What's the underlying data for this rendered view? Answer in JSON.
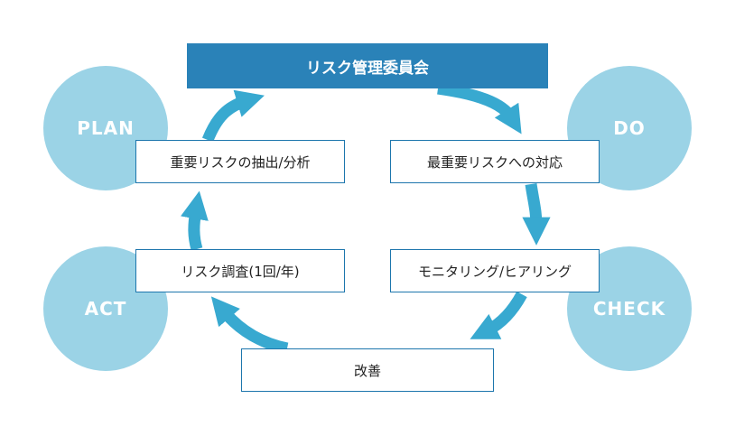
{
  "title": "リスク管理委員会",
  "phases": {
    "plan": "PLAN",
    "do": "DO",
    "check": "CHECK",
    "act": "ACT"
  },
  "steps": {
    "extract": "重要リスクの抽出/分析",
    "respond": "最重要リスクへの対応",
    "survey": "リスク調査(1回/年)",
    "monitor": "モニタリング/ヒアリング",
    "improve": "改善"
  },
  "colors": {
    "circle": "#9bd3e6",
    "header": "#2a82b8",
    "arrow": "#38a9d0",
    "border": "#1d76ad"
  }
}
